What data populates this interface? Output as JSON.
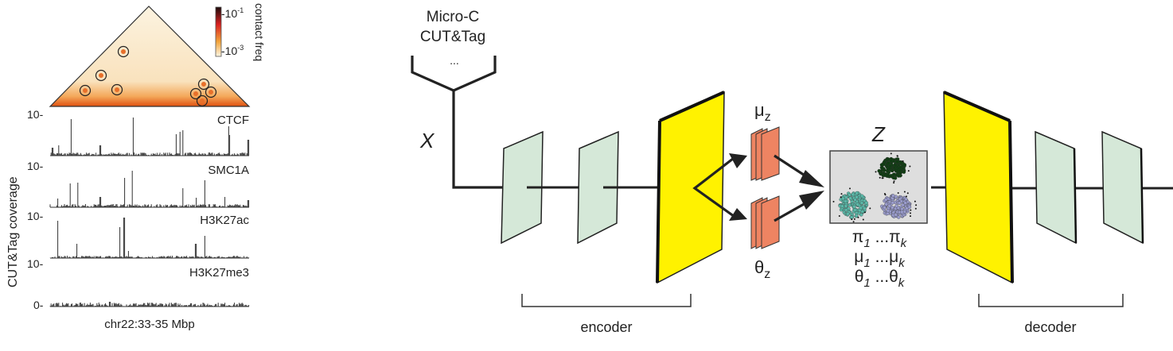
{
  "left_panel": {
    "colorbar": {
      "label": "contact freq",
      "tick_high": "-10",
      "tick_high_exp": "-1",
      "tick_low": "-10",
      "tick_low_exp": "-3",
      "colors": [
        "#1a0a0a",
        "#d92020",
        "#f2a43a",
        "#fdf6e3"
      ]
    },
    "contact_map": {
      "loop_count": 8,
      "color_low": "#fcf1dc",
      "color_high": "#e0500f"
    },
    "y_axis_label": "CUT&Tag coverage",
    "x_axis_label": "chr22:33-35 Mbp",
    "tracks": [
      {
        "name": "CTCF",
        "tick": "10-"
      },
      {
        "name": "SMC1A",
        "tick": "10-"
      },
      {
        "name": "H3K27ac",
        "tick": "10-"
      },
      {
        "name": "H3K27me3",
        "tick": "10-",
        "zero_tick": "0-"
      }
    ]
  },
  "diagram": {
    "inputs": [
      "Micro-C",
      "CUT&Tag",
      "..."
    ],
    "input_symbol": "X",
    "latent_symbol": "Z",
    "mu_label": "μ",
    "mu_sub": "z",
    "theta_label": "θ",
    "theta_sub": "z",
    "gmm_params": [
      {
        "sym": "π",
        "sub1": "1",
        "dots": " ...",
        "sub2": "k"
      },
      {
        "sym": "μ",
        "sub1": "1",
        "dots": " ...",
        "sub2": "k"
      },
      {
        "sym": "θ",
        "sub1": "1",
        "dots": " ...",
        "sub2": "k"
      }
    ],
    "encoder_label": "encoder",
    "decoder_label": "decoder",
    "colors": {
      "dense_layer": "#d5e8d8",
      "bottleneck_layer": "#fff200",
      "latent_layer": "#ee8462",
      "latent_box": "#dedede",
      "cluster_1": "#0f3d12",
      "cluster_2": "#5bb8a8",
      "cluster_3": "#9a9ccc"
    }
  }
}
